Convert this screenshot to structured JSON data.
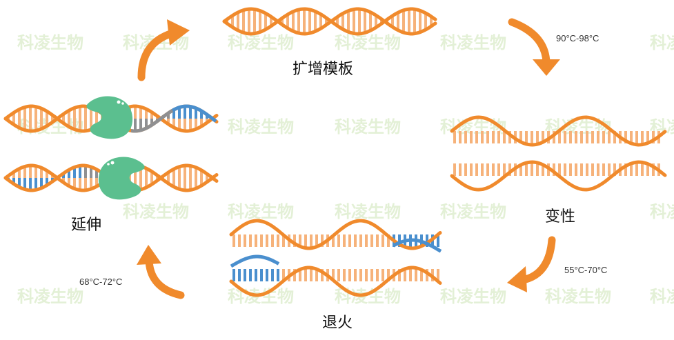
{
  "watermark": "科凌生物",
  "steps": {
    "template": {
      "label": "扩增模板"
    },
    "denature": {
      "label": "变性",
      "temperature": "90°C-98°C"
    },
    "anneal": {
      "label": "退火",
      "temperature": "55°C-70°C"
    },
    "extend": {
      "label": "延伸",
      "temperature": "68°C-72°C"
    }
  },
  "colors": {
    "strand": "#f08a2c",
    "base": "#f6b27a",
    "primer": "#4a8fce",
    "new_strand": "#8f9092",
    "enzyme": "#5bbf8f",
    "arrow": "#f08a2c",
    "watermark": "#e3f0d6"
  },
  "icons": {
    "enzyme": "polymerase-enzyme-icon",
    "arrow": "cycle-arrow-icon"
  }
}
